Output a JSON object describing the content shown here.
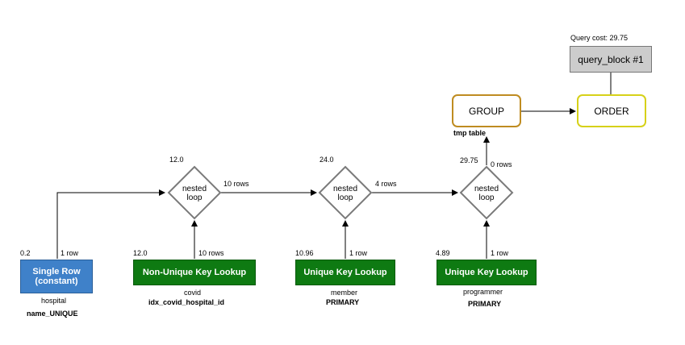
{
  "query_cost_label": "Query cost: 29.75",
  "query_block": "query_block #1",
  "order": "ORDER",
  "group": "GROUP",
  "tmp_table": "tmp table",
  "nested_loops": [
    {
      "label": "nested\nloop",
      "cost": "12.0",
      "rows_out": "10 rows"
    },
    {
      "label": "nested\nloop",
      "cost": "24.0",
      "rows_out": "4 rows"
    },
    {
      "label": "nested\nloop",
      "cost": "29.75",
      "rows_out": "0 rows"
    }
  ],
  "tables": [
    {
      "access": "Single Row\n(constant)",
      "cost": "0.2",
      "rows": "1 row",
      "table": "hospital",
      "key": "name_UNIQUE"
    },
    {
      "access": "Non-Unique Key Lookup",
      "cost": "12.0",
      "rows": "10 rows",
      "table": "covid",
      "key": "idx_covid_hospital_id"
    },
    {
      "access": "Unique Key Lookup",
      "cost": "10.96",
      "rows": "1 row",
      "table": "member",
      "key": "PRIMARY"
    },
    {
      "access": "Unique Key Lookup",
      "cost": "4.89",
      "rows": "1 row",
      "table": "programmer",
      "key": "PRIMARY"
    }
  ]
}
